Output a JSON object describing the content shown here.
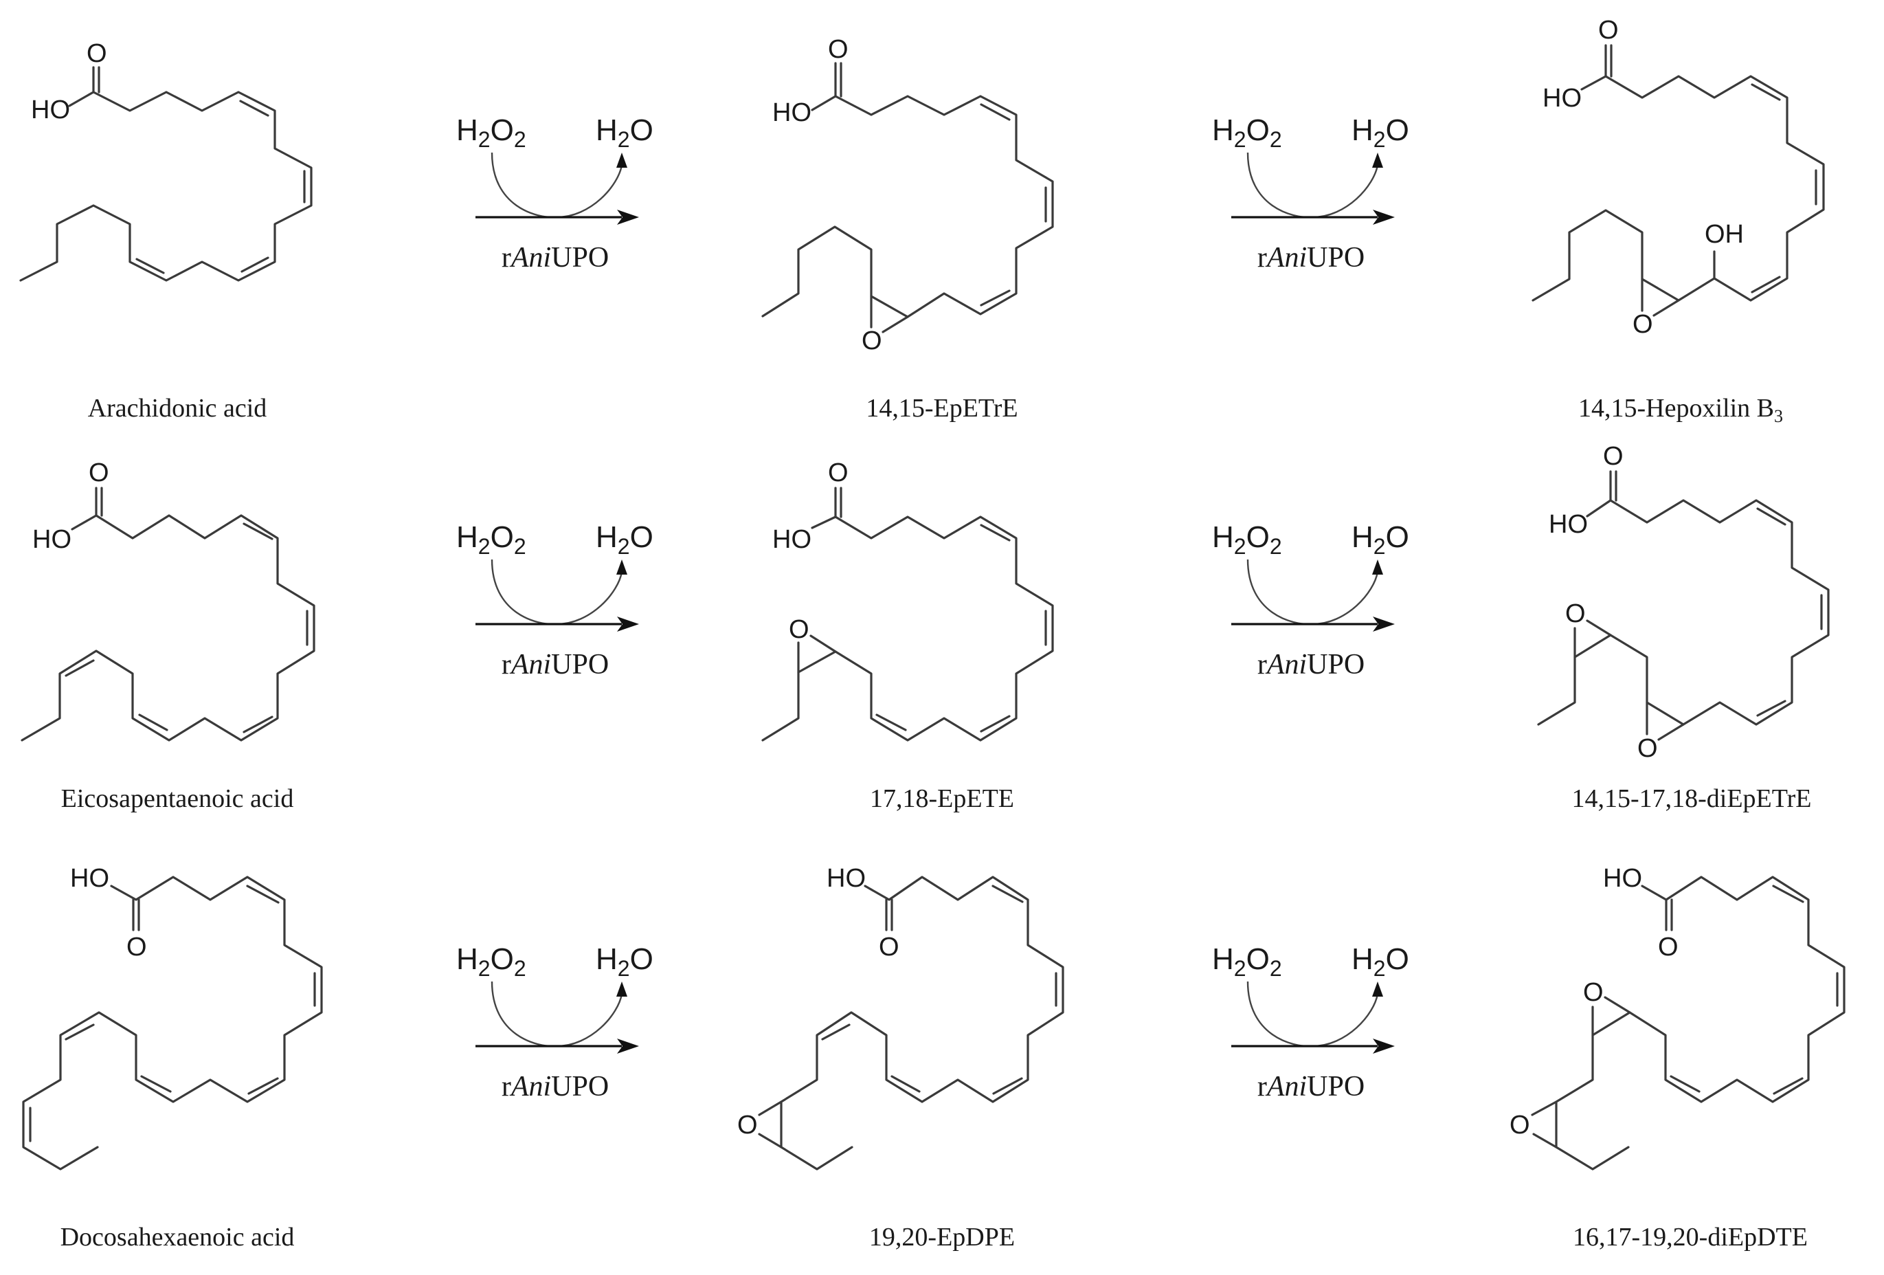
{
  "figure": {
    "type": "reaction-scheme",
    "rows": [
      {
        "substrate": {
          "name": "Arachidonic acid"
        },
        "step1": {
          "cosubstrate": "H2O2",
          "coproduct": "H2O",
          "enzyme_prefix": "r",
          "enzyme_italic": "Ani",
          "enzyme_suffix": "UPO"
        },
        "product1": {
          "name": "14,15-EpETrE"
        },
        "step2": {
          "cosubstrate": "H2O2",
          "coproduct": "H2O",
          "enzyme_prefix": "r",
          "enzyme_italic": "Ani",
          "enzyme_suffix": "UPO"
        },
        "product2": {
          "name_main": "14,15-Hepoxilin B",
          "name_sub": "3"
        }
      },
      {
        "substrate": {
          "name": "Eicosapentaenoic acid"
        },
        "step1": {
          "cosubstrate": "H2O2",
          "coproduct": "H2O",
          "enzyme_prefix": "r",
          "enzyme_italic": "Ani",
          "enzyme_suffix": "UPO"
        },
        "product1": {
          "name": "17,18-EpETE"
        },
        "step2": {
          "cosubstrate": "H2O2",
          "coproduct": "H2O",
          "enzyme_prefix": "r",
          "enzyme_italic": "Ani",
          "enzyme_suffix": "UPO"
        },
        "product2": {
          "name_main": "14,15-17,18-diEpETrE",
          "name_sub": ""
        }
      },
      {
        "substrate": {
          "name": "Docosahexaenoic acid"
        },
        "step1": {
          "cosubstrate": "H2O2",
          "coproduct": "H2O",
          "enzyme_prefix": "r",
          "enzyme_italic": "Ani",
          "enzyme_suffix": "UPO"
        },
        "product1": {
          "name": "19,20-EpDPE"
        },
        "step2": {
          "cosubstrate": "H2O2",
          "coproduct": "H2O",
          "enzyme_prefix": "r",
          "enzyme_italic": "Ani",
          "enzyme_suffix": "UPO"
        },
        "product2": {
          "name_main": "16,17-19,20-diEpDTE",
          "name_sub": ""
        }
      }
    ],
    "atom_labels": {
      "hydroxyl": "HO",
      "oxygen": "O",
      "alcohol": "OH"
    },
    "reagent_parts": {
      "H": "H",
      "O": "O",
      "two": "2"
    },
    "colors": {
      "bond": "#3a3a3a",
      "text": "#1a1a1a",
      "arrow": "#111111",
      "background": "#ffffff"
    }
  }
}
